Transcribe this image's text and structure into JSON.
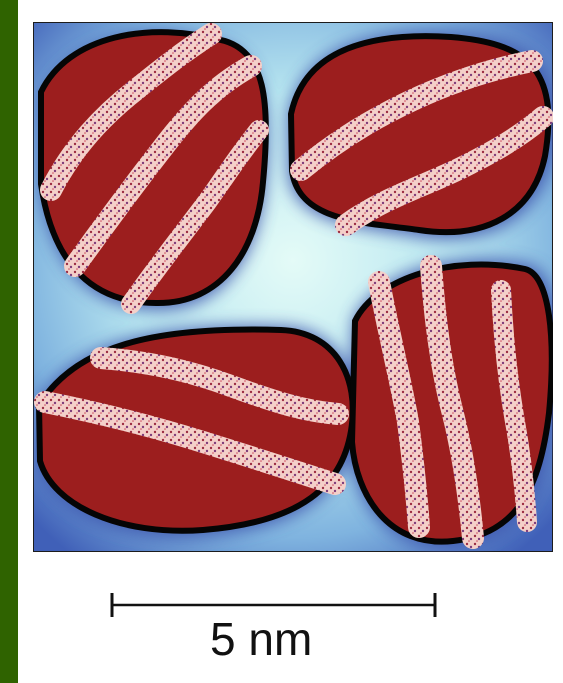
{
  "figure": {
    "background_colors": {
      "light": "#d7f3f0",
      "mid": "#8ec9e6",
      "dark": "#2d3f98",
      "particle_fill": "#9f1f1f",
      "particle_outline": "#050505",
      "stripe_dots": "#f1c6bf"
    },
    "particles": [
      {
        "name": "top-left-particle",
        "stripe_count": 3
      },
      {
        "name": "top-right-particle",
        "stripe_count": 2
      },
      {
        "name": "bottom-left-particle",
        "stripe_count": 2
      },
      {
        "name": "bottom-right-particle",
        "stripe_count": 3
      }
    ]
  },
  "scale": {
    "label": "5 nm"
  }
}
